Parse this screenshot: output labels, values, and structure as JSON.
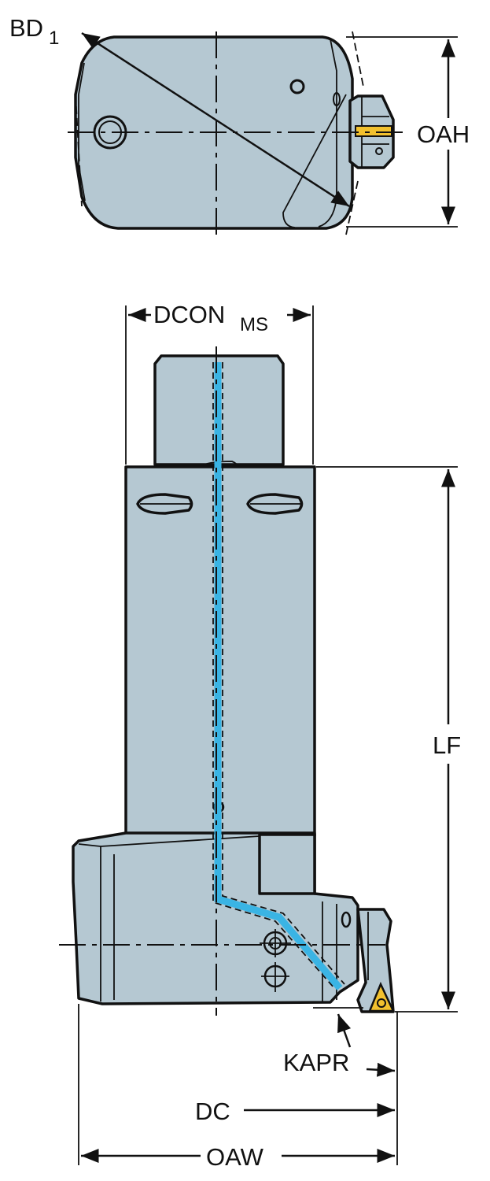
{
  "title": "Boring tool holder dimension drawing",
  "labels": {
    "bd": "BD",
    "bd_sub": "1",
    "oah": "OAH",
    "dcon": "DCON",
    "dcon_sub": "MS",
    "lf": "LF",
    "kapr": "KAPR",
    "dc": "DC",
    "oaw": "OAW"
  },
  "colors": {
    "body": "#b5c8d2",
    "coolant": "#3ab4e4",
    "insert": "#f2c12e",
    "line": "#111111"
  }
}
